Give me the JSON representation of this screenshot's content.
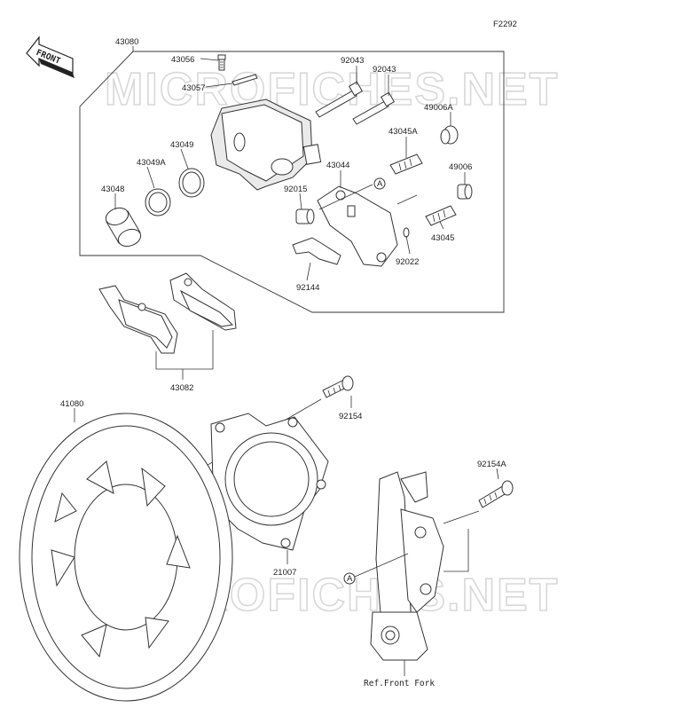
{
  "diagram_code": "F2292",
  "front_arrow_label": "FRONT",
  "watermark": "MICROFICHES.NET",
  "callout_letter": "A",
  "ref_label": "Ref.Front Fork",
  "labels": [
    {
      "id": "l43080",
      "text": "43080"
    },
    {
      "id": "l43056",
      "text": "43056"
    },
    {
      "id": "l43057",
      "text": "43057"
    },
    {
      "id": "l92043a",
      "text": "92043"
    },
    {
      "id": "l92043b",
      "text": "92043"
    },
    {
      "id": "l49006A",
      "text": "49006A"
    },
    {
      "id": "l43045A",
      "text": "43045A"
    },
    {
      "id": "l43049",
      "text": "43049"
    },
    {
      "id": "l43049A",
      "text": "43049A"
    },
    {
      "id": "l43044",
      "text": "43044"
    },
    {
      "id": "l49006",
      "text": "49006"
    },
    {
      "id": "l43048",
      "text": "43048"
    },
    {
      "id": "l92015",
      "text": "92015"
    },
    {
      "id": "l43045",
      "text": "43045"
    },
    {
      "id": "l92022",
      "text": "92022"
    },
    {
      "id": "l92144",
      "text": "92144"
    },
    {
      "id": "l43082",
      "text": "43082"
    },
    {
      "id": "l92154",
      "text": "92154"
    },
    {
      "id": "l41080",
      "text": "41080"
    },
    {
      "id": "l92154A",
      "text": "92154A"
    },
    {
      "id": "l21007",
      "text": "21007"
    }
  ]
}
